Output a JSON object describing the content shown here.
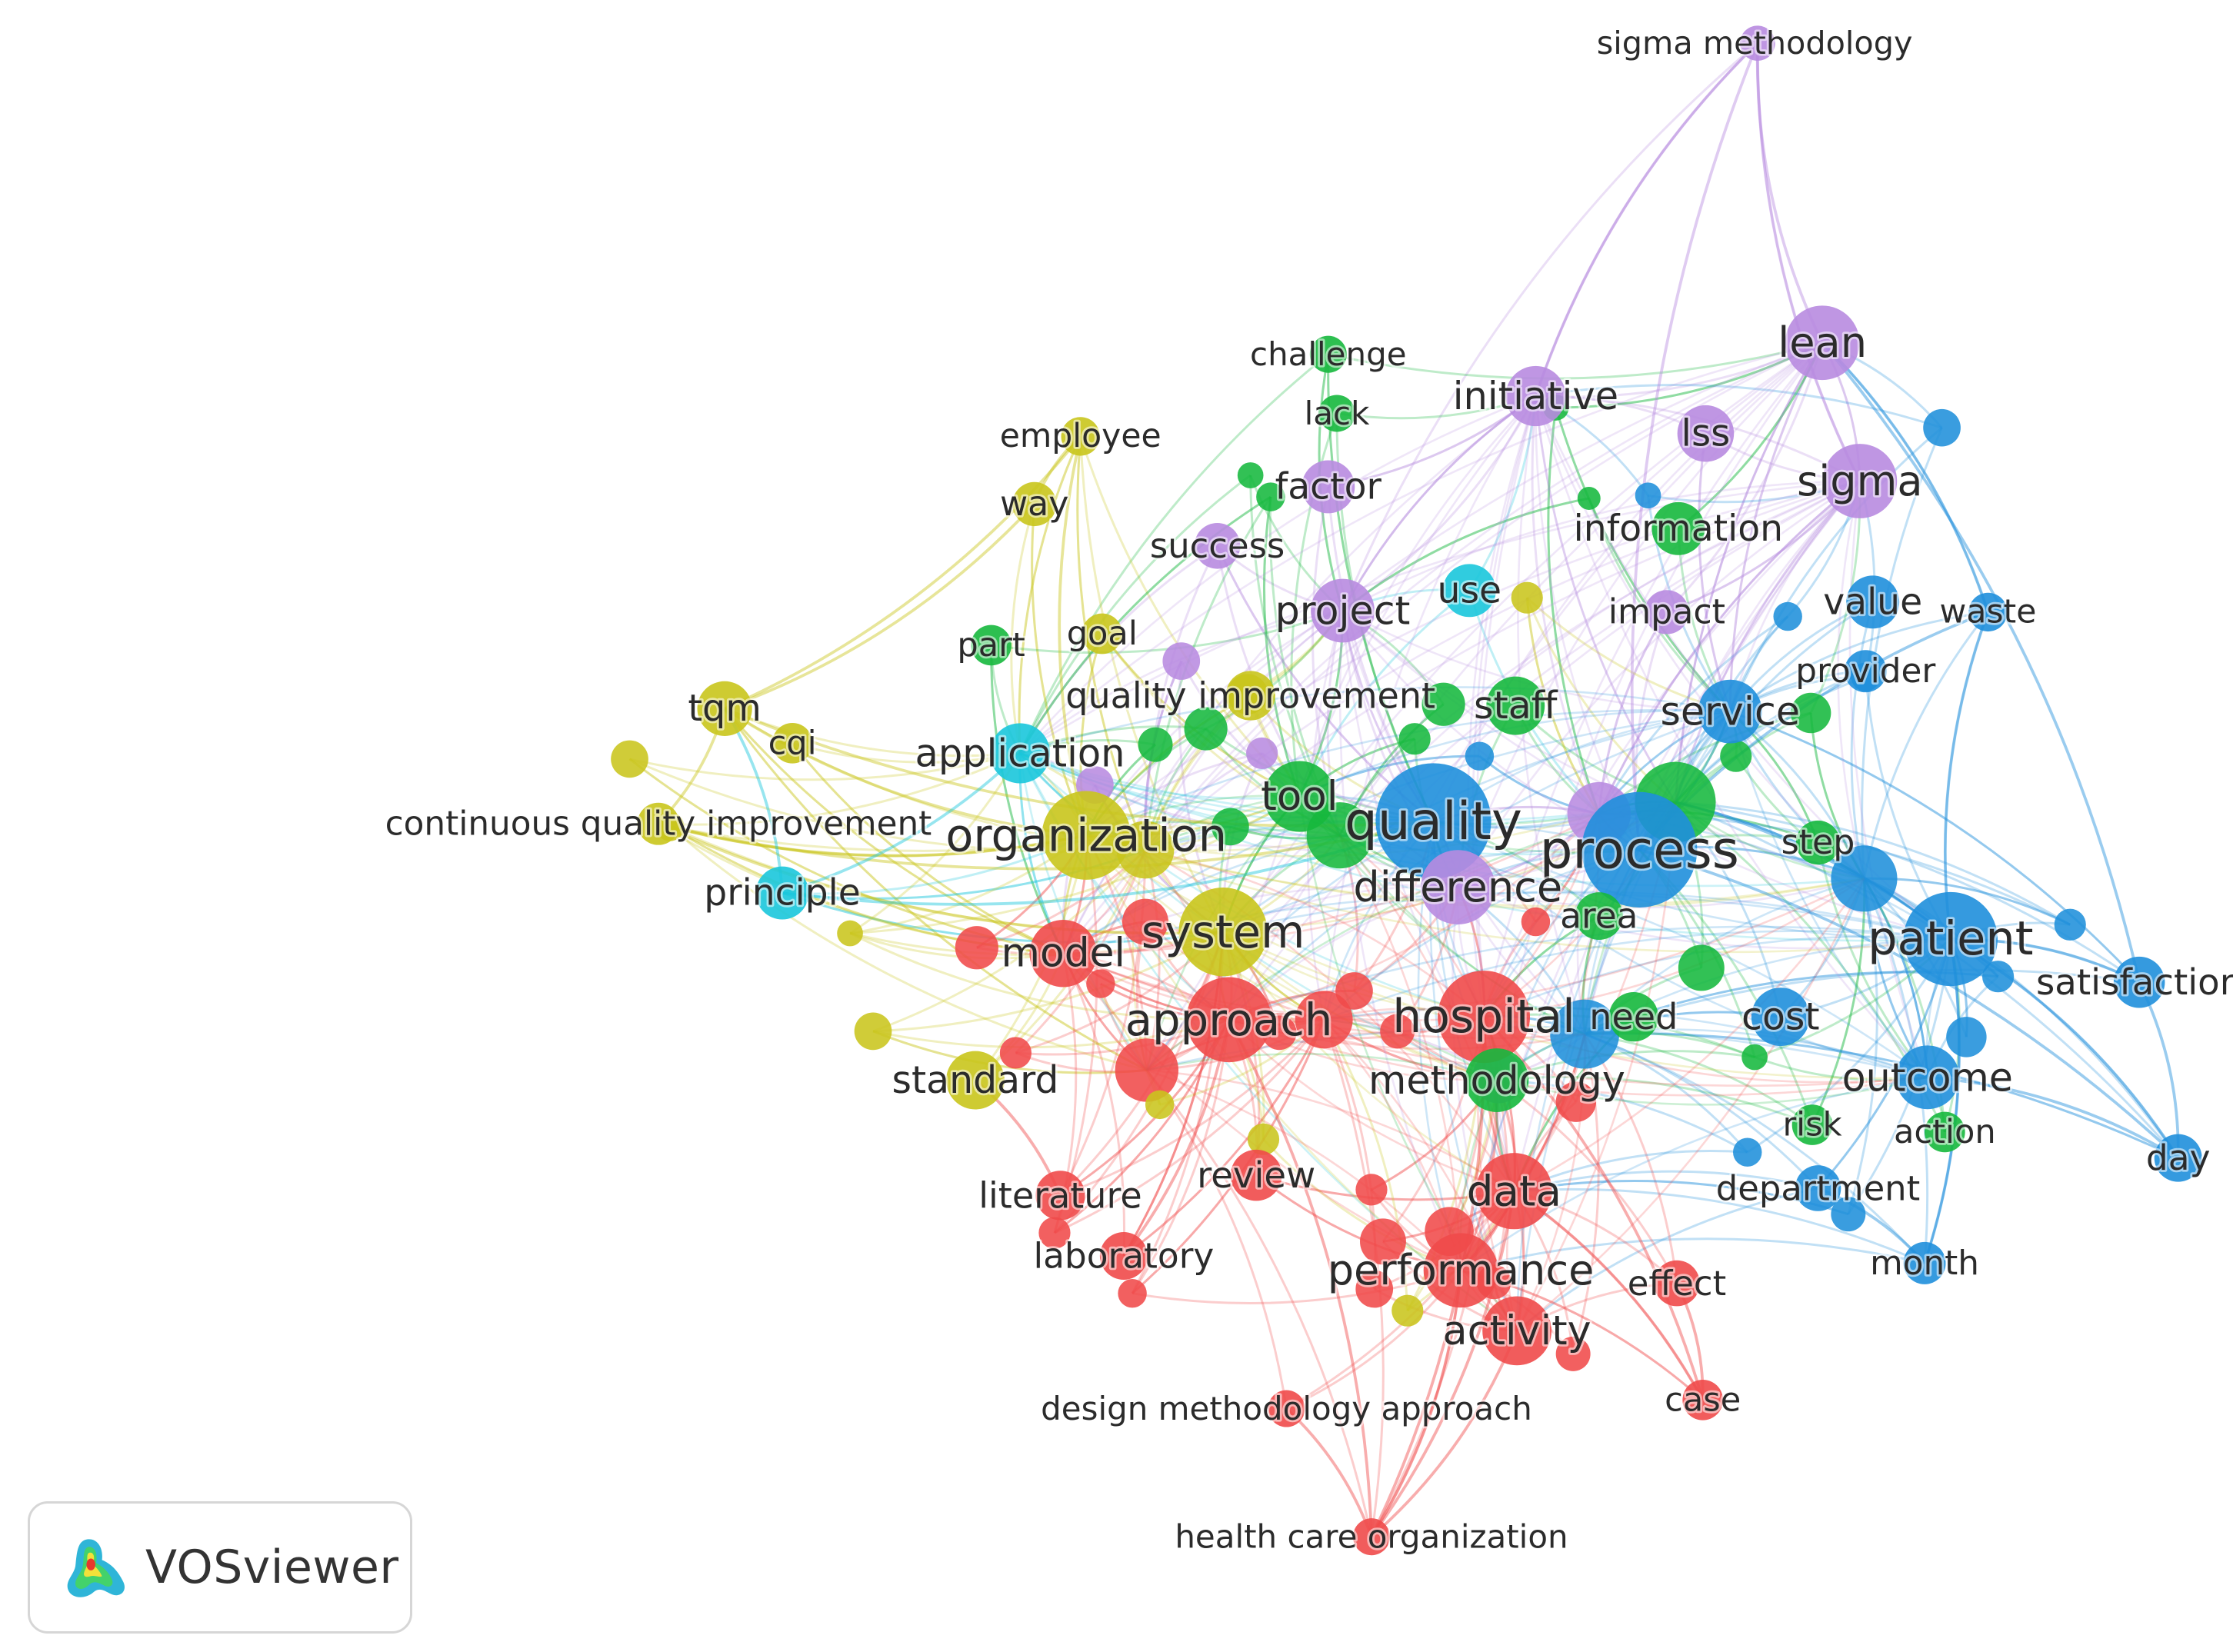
{
  "brand": {
    "name": "VOSviewer",
    "icon": "vosviewer-density-logo-icon"
  },
  "colors": {
    "red": "#f04a4a",
    "green": "#16b83d",
    "blue": "#1f8fdb",
    "yellow": "#c9c51c",
    "purple": "#b88be0",
    "cyan": "#19c6dc"
  },
  "clusters": [
    "red",
    "green",
    "blue",
    "yellow",
    "purple",
    "cyan"
  ],
  "nodes": [
    {
      "id": "sigma methodology",
      "label": "sigma methodology",
      "cluster": "purple",
      "weight": 1.0
    },
    {
      "id": "lean",
      "label": "lean",
      "cluster": "purple",
      "weight": 3.2
    },
    {
      "id": "challenge",
      "label": "challenge",
      "cluster": "green",
      "weight": 1.1
    },
    {
      "id": "initiative",
      "label": "initiative",
      "cluster": "purple",
      "weight": 2.4
    },
    {
      "id": "lack",
      "label": "lack",
      "cluster": "green",
      "weight": 1.1
    },
    {
      "id": "lss",
      "label": "lss",
      "cluster": "purple",
      "weight": 2.2
    },
    {
      "id": "employee",
      "label": "employee",
      "cluster": "yellow",
      "weight": 1.2
    },
    {
      "id": "factor",
      "label": "factor",
      "cluster": "purple",
      "weight": 2.0
    },
    {
      "id": "sigma",
      "label": "sigma",
      "cluster": "purple",
      "weight": 3.2
    },
    {
      "id": "way",
      "label": "way",
      "cluster": "yellow",
      "weight": 1.5
    },
    {
      "id": "information",
      "label": "information",
      "cluster": "green",
      "weight": 2.0
    },
    {
      "id": "success",
      "label": "success",
      "cluster": "purple",
      "weight": 1.6
    },
    {
      "id": "use",
      "label": "use",
      "cluster": "cyan",
      "weight": 2.0
    },
    {
      "id": "project",
      "label": "project",
      "cluster": "purple",
      "weight": 2.6
    },
    {
      "id": "impact",
      "label": "impact",
      "cluster": "purple",
      "weight": 1.5
    },
    {
      "id": "value",
      "label": "value",
      "cluster": "blue",
      "weight": 2.0
    },
    {
      "id": "waste",
      "label": "waste",
      "cluster": "blue",
      "weight": 1.2
    },
    {
      "id": "part",
      "label": "part",
      "cluster": "green",
      "weight": 1.3
    },
    {
      "id": "goal",
      "label": "goal",
      "cluster": "yellow",
      "weight": 1.3
    },
    {
      "id": "provider",
      "label": "provider",
      "cluster": "blue",
      "weight": 1.4
    },
    {
      "id": "quality improvement",
      "label": "quality improvement",
      "cluster": "yellow",
      "weight": 1.8
    },
    {
      "id": "staff",
      "label": "staff",
      "cluster": "green",
      "weight": 2.3
    },
    {
      "id": "tqm",
      "label": "tqm",
      "cluster": "yellow",
      "weight": 2.1
    },
    {
      "id": "service",
      "label": "service",
      "cluster": "blue",
      "weight": 2.6
    },
    {
      "id": "cqi",
      "label": "cqi",
      "cluster": "yellow",
      "weight": 1.3
    },
    {
      "id": "application",
      "label": "application",
      "cluster": "cyan",
      "weight": 2.4
    },
    {
      "id": "tool",
      "label": "tool",
      "cluster": "green",
      "weight": 3.0
    },
    {
      "id": "quality",
      "label": "quality",
      "cluster": "blue",
      "weight": 5.5
    },
    {
      "id": "continuous quality improvement",
      "label": "continuous quality improvement",
      "cluster": "yellow",
      "weight": 1.4
    },
    {
      "id": "organization",
      "label": "organization",
      "cluster": "yellow",
      "weight": 4.0
    },
    {
      "id": "process",
      "label": "process",
      "cluster": "blue",
      "weight": 5.5
    },
    {
      "id": "step",
      "label": "step",
      "cluster": "green",
      "weight": 1.5
    },
    {
      "id": "principle",
      "label": "principle",
      "cluster": "cyan",
      "weight": 2.0
    },
    {
      "id": "difference",
      "label": "difference",
      "cluster": "purple",
      "weight": 3.2
    },
    {
      "id": "area",
      "label": "area",
      "cluster": "green",
      "weight": 1.7
    },
    {
      "id": "patient",
      "label": "patient",
      "cluster": "blue",
      "weight": 4.3
    },
    {
      "id": "system",
      "label": "system",
      "cluster": "yellow",
      "weight": 4.0
    },
    {
      "id": "model",
      "label": "model",
      "cluster": "red",
      "weight": 2.8
    },
    {
      "id": "satisfaction",
      "label": "satisfaction",
      "cluster": "blue",
      "weight": 1.9
    },
    {
      "id": "approach",
      "label": "approach",
      "cluster": "red",
      "weight": 3.8
    },
    {
      "id": "hospital",
      "label": "hospital",
      "cluster": "red",
      "weight": 4.2
    },
    {
      "id": "need",
      "label": "need",
      "cluster": "green",
      "weight": 1.8
    },
    {
      "id": "cost",
      "label": "cost",
      "cluster": "blue",
      "weight": 2.3
    },
    {
      "id": "standard",
      "label": "standard",
      "cluster": "yellow",
      "weight": 2.3
    },
    {
      "id": "methodology",
      "label": "methodology",
      "cluster": "green",
      "weight": 2.6
    },
    {
      "id": "outcome",
      "label": "outcome",
      "cluster": "blue",
      "weight": 2.6
    },
    {
      "id": "risk",
      "label": "risk",
      "cluster": "green",
      "weight": 1.3
    },
    {
      "id": "action",
      "label": "action",
      "cluster": "green",
      "weight": 1.3
    },
    {
      "id": "day",
      "label": "day",
      "cluster": "blue",
      "weight": 1.7
    },
    {
      "id": "review",
      "label": "review",
      "cluster": "red",
      "weight": 1.9
    },
    {
      "id": "literature",
      "label": "literature",
      "cluster": "red",
      "weight": 1.8
    },
    {
      "id": "data",
      "label": "data",
      "cluster": "red",
      "weight": 3.3
    },
    {
      "id": "department",
      "label": "department",
      "cluster": "blue",
      "weight": 1.6
    },
    {
      "id": "laboratory",
      "label": "laboratory",
      "cluster": "red",
      "weight": 1.7
    },
    {
      "id": "month",
      "label": "month",
      "cluster": "blue",
      "weight": 1.4
    },
    {
      "id": "performance",
      "label": "performance",
      "cluster": "red",
      "weight": 3.2
    },
    {
      "id": "effect",
      "label": "effect",
      "cluster": "red",
      "weight": 1.6
    },
    {
      "id": "activity",
      "label": "activity",
      "cluster": "red",
      "weight": 2.9
    },
    {
      "id": "design methodology approach",
      "label": "design methodology approach",
      "cluster": "red",
      "weight": 1.1
    },
    {
      "id": "case",
      "label": "case",
      "cluster": "red",
      "weight": 1.3
    },
    {
      "id": "health care organization",
      "label": "health care organization",
      "cluster": "red",
      "weight": 1.1
    }
  ]
}
